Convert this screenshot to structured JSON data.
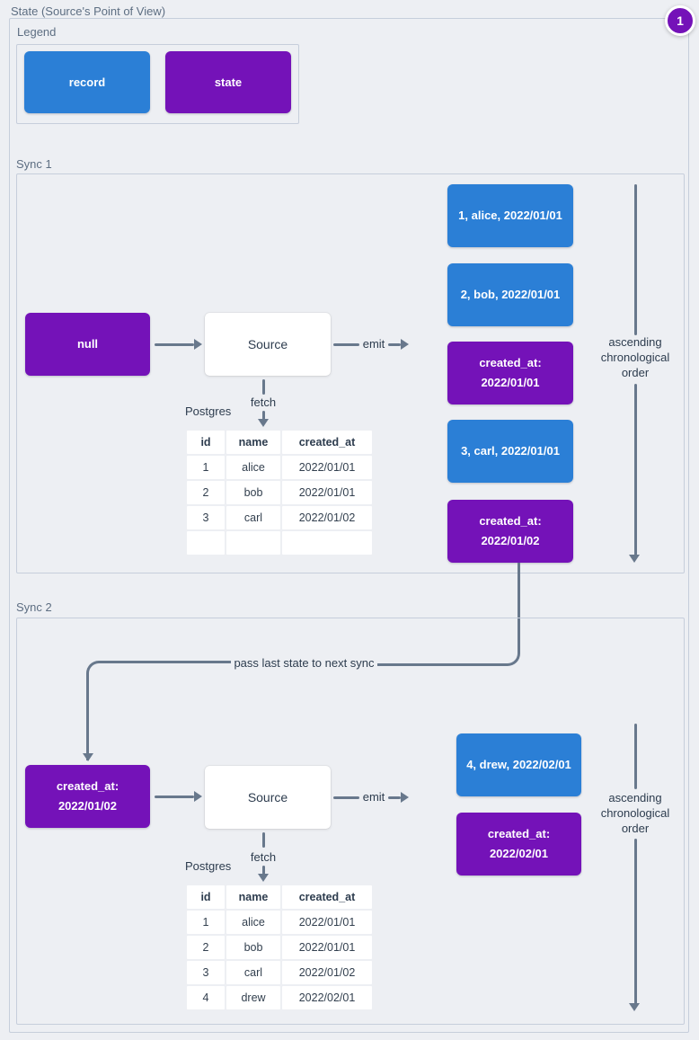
{
  "app": {
    "title": "State (Source's Point of View)",
    "badge_count": "1"
  },
  "colors": {
    "record_blue": "#2b7fd6",
    "state_purple": "#7412b8",
    "background": "#edeff3",
    "group_border": "#c6cedb",
    "arrow_gray": "#68788c",
    "text_dark": "#2d3c4e",
    "group_label": "#5d6e82"
  },
  "legend": {
    "title": "Legend",
    "record_label": "record",
    "state_label": "state"
  },
  "sync1": {
    "title": "Sync 1",
    "input_state": {
      "lines": [
        "null"
      ]
    },
    "source": "Source",
    "emit": "emit",
    "fetch": "fetch",
    "database": "Postgres",
    "table": {
      "headers": [
        "id",
        "name",
        "created_at"
      ],
      "rows": [
        [
          "1",
          "alice",
          "2022/01/01"
        ],
        [
          "2",
          "bob",
          "2022/01/01"
        ],
        [
          "3",
          "carl",
          "2022/01/02"
        ],
        [
          "",
          "",
          ""
        ]
      ]
    },
    "emitted": [
      {
        "type": "record",
        "lines": [
          "1, alice, 2022/01/01"
        ]
      },
      {
        "type": "record",
        "lines": [
          "2, bob, 2022/01/01"
        ]
      },
      {
        "type": "state",
        "lines": [
          "created_at:",
          "2022/01/01"
        ]
      },
      {
        "type": "record",
        "lines": [
          "3, carl, 2022/01/01"
        ]
      },
      {
        "type": "state",
        "lines": [
          "created_at:",
          "2022/01/02"
        ]
      }
    ],
    "order_note": "ascending chronological order"
  },
  "connector": {
    "label": "pass last state to next sync"
  },
  "sync2": {
    "title": "Sync 2",
    "input_state": {
      "lines": [
        "created_at:",
        "2022/01/02"
      ]
    },
    "source": "Source",
    "emit": "emit",
    "fetch": "fetch",
    "database": "Postgres",
    "table": {
      "headers": [
        "id",
        "name",
        "created_at"
      ],
      "rows": [
        [
          "1",
          "alice",
          "2022/01/01"
        ],
        [
          "2",
          "bob",
          "2022/01/01"
        ],
        [
          "3",
          "carl",
          "2022/01/02"
        ],
        [
          "4",
          "drew",
          "2022/02/01"
        ]
      ]
    },
    "emitted": [
      {
        "type": "record",
        "lines": [
          "4, drew, 2022/02/01"
        ]
      },
      {
        "type": "state",
        "lines": [
          "created_at:",
          "2022/02/01"
        ]
      }
    ],
    "order_note": "ascending chronological order"
  }
}
